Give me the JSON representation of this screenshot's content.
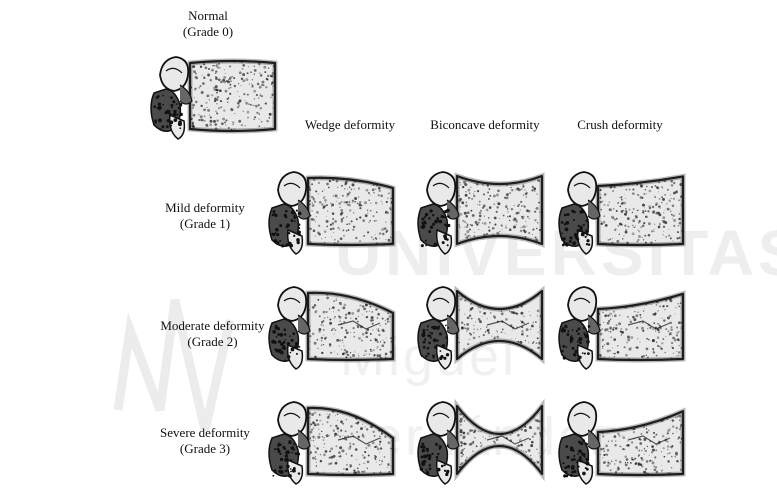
{
  "normal": {
    "title": "Normal",
    "grade": "(Grade 0)"
  },
  "columns": [
    {
      "label": "Wedge deformity",
      "type": "wedge"
    },
    {
      "label": "Biconcave deformity",
      "type": "biconcave"
    },
    {
      "label": "Crush deformity",
      "type": "crush"
    }
  ],
  "rows": [
    {
      "title": "Mild deformity",
      "grade": "(Grade 1)",
      "severity": 1
    },
    {
      "title": "Moderate deformity",
      "grade": "(Grade 2)",
      "severity": 2
    },
    {
      "title": "Severe deformity",
      "grade": "(Grade 3)",
      "severity": 3
    }
  ],
  "watermark": {
    "text": "UNIVERSITAS Miguel Hernández",
    "color": "#e6e6e6"
  },
  "colors": {
    "ink": "#111111",
    "bone": "#e9e9e9"
  }
}
